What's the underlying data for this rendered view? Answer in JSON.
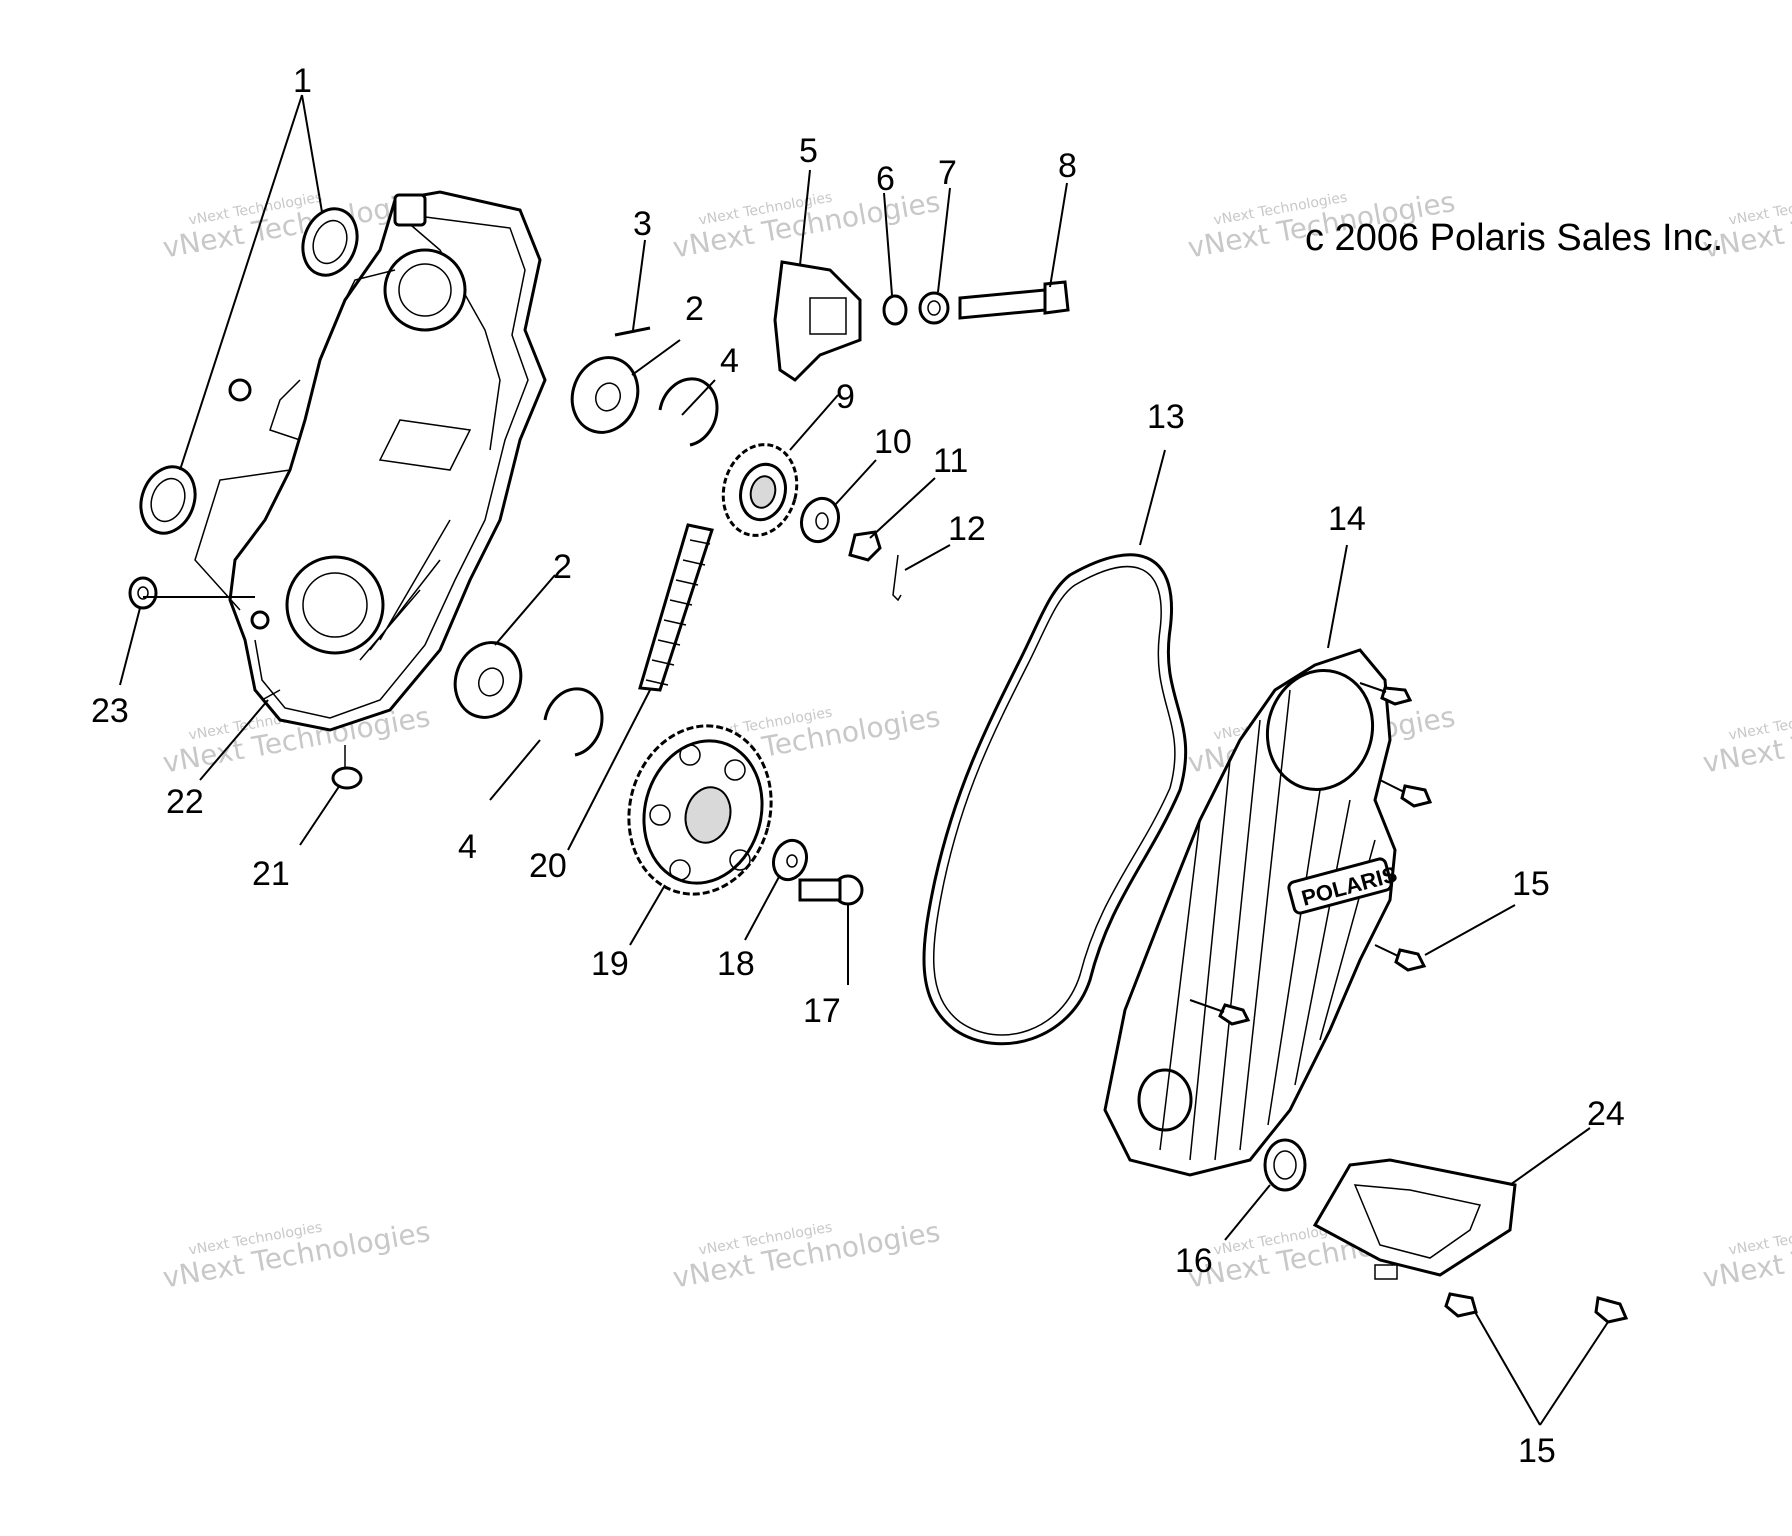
{
  "copyright": "c 2006 Polaris Sales Inc.",
  "brand_logo": "POLARIS",
  "watermark": {
    "line1": "vNext Technologies",
    "line2": "vNext Technologies"
  },
  "callouts": [
    "1",
    "2",
    "3",
    "4",
    "5",
    "6",
    "7",
    "8",
    "9",
    "10",
    "11",
    "12",
    "13",
    "14",
    "15",
    "16",
    "17",
    "18",
    "19",
    "20",
    "21",
    "22",
    "23",
    "24"
  ]
}
